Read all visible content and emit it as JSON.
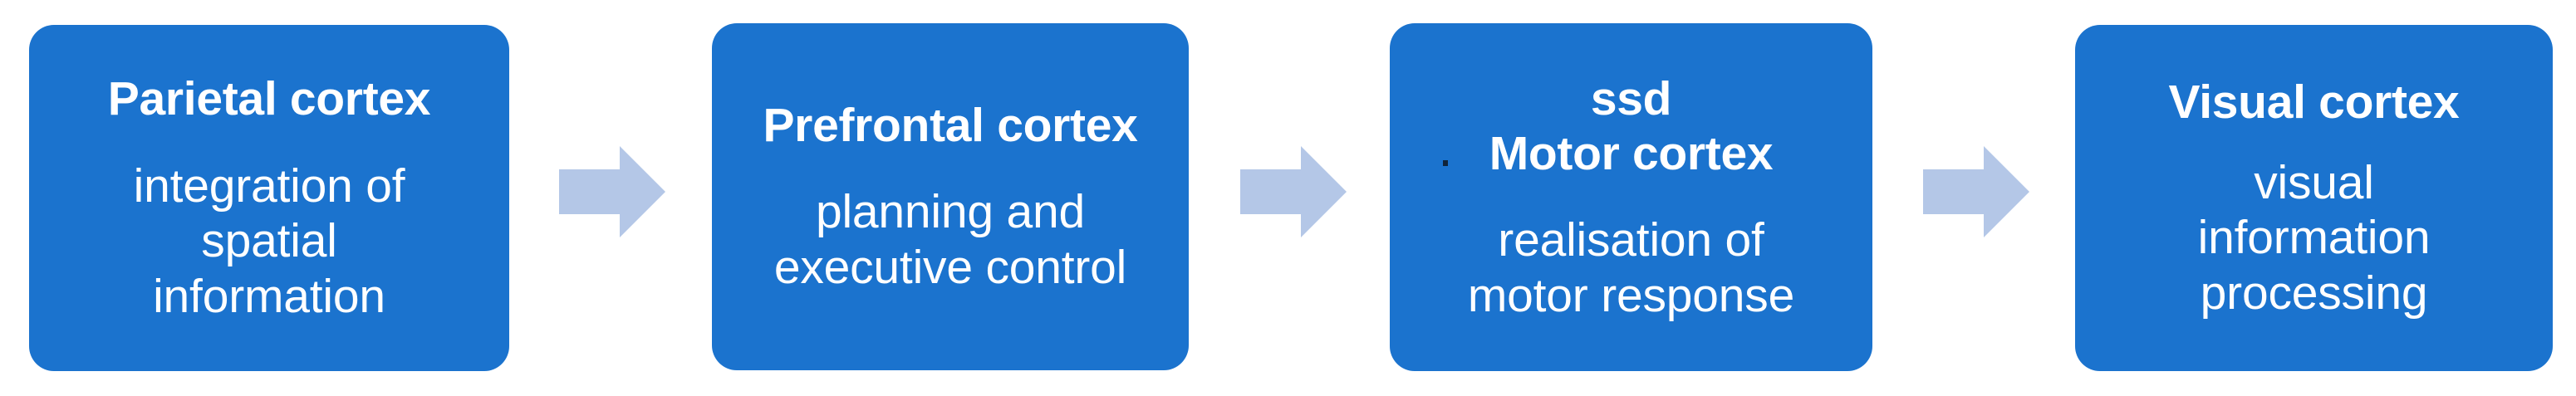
{
  "diagram": {
    "type": "flowchart",
    "direction": "left-to-right",
    "colors": {
      "node_fill": "#1B73CE",
      "node_text": "#FFFFFF",
      "arrow_fill": "#B4C7E7",
      "background": "#FFFFFF"
    },
    "nodes": [
      {
        "id": "parietal-cortex",
        "title": "Parietal cortex",
        "subtitle": "",
        "description": "integration of spatial information",
        "description_lines": [
          "integration of",
          "spatial",
          "information"
        ]
      },
      {
        "id": "prefrontal-cortex",
        "title": "Prefrontal cortex",
        "subtitle": "",
        "description": "planning and executive control",
        "description_lines": [
          "planning and",
          "executive control"
        ]
      },
      {
        "id": "motor-cortex",
        "title": "ssd",
        "subtitle": "Motor cortex",
        "description": "realisation of motor response",
        "description_lines": [
          "realisation of",
          "motor response"
        ]
      },
      {
        "id": "visual-cortex",
        "title": "Visual cortex",
        "subtitle": "",
        "description": "visual information processing",
        "description_lines": [
          "visual",
          "information",
          "processing"
        ]
      }
    ],
    "connectors": [
      {
        "id": "arrow-1",
        "glyph": "right-arrow",
        "from": "parietal-cortex",
        "to": "prefrontal-cortex"
      },
      {
        "id": "arrow-2",
        "glyph": "right-arrow",
        "from": "prefrontal-cortex",
        "to": "motor-cortex"
      },
      {
        "id": "arrow-3",
        "glyph": "right-arrow",
        "from": "motor-cortex",
        "to": "visual-cortex"
      }
    ]
  }
}
